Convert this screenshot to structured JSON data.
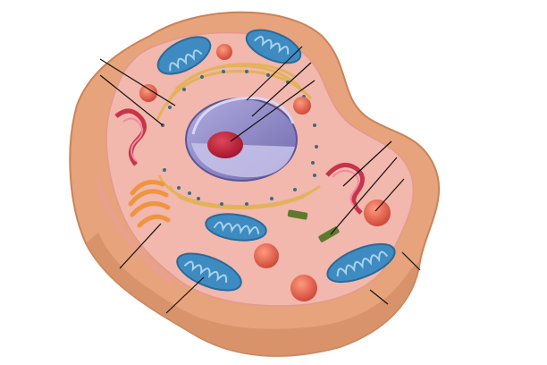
{
  "diagram": {
    "labels": [],
    "colors": {
      "membrane": "#e7a37c",
      "membrane_shadow": "#c98458",
      "cytoplasm": "#f2b7ad",
      "cytoplasm_light": "#f7c9bf",
      "mitochondrion": "#3e8bc1",
      "mitochondrion_inner": "#a9d3ec",
      "nucleus": "#8b85c4",
      "nucleolus": "#c2263a",
      "er_rough": "#e3b25b",
      "ribosome": "#3a6c84",
      "golgi": "#ef9540",
      "lysosome": "#e26a4e",
      "chloro_like": "#5f7a2e",
      "leader_line": "#111111"
    },
    "organelles": [
      "cell-membrane",
      "cytoplasm",
      "nucleus",
      "nucleolus",
      "rough-endoplasmic-reticulum",
      "golgi-apparatus",
      "mitochondrion",
      "lysosome",
      "centrioles"
    ]
  }
}
